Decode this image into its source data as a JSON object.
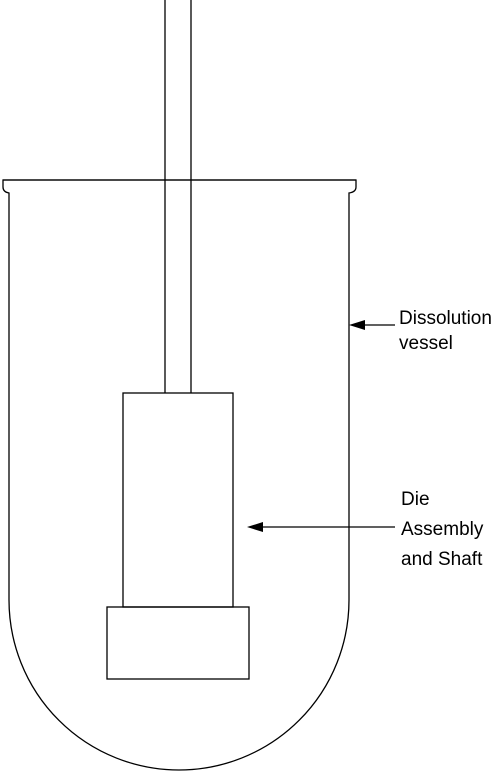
{
  "labels": {
    "vessel": [
      "Dissolution",
      "vessel"
    ],
    "die": [
      "Die",
      "Assembly",
      "and Shaft"
    ]
  },
  "colors": {
    "line": "#000000",
    "background": "#ffffff"
  }
}
